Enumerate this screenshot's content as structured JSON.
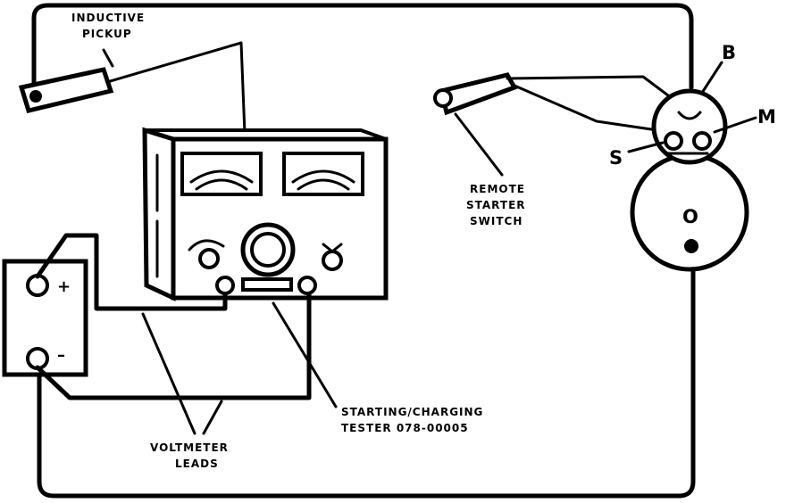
{
  "labels": {
    "inductive_pickup_line1": "INDUCTIVE",
    "inductive_pickup_line2": "PICKUP",
    "remote_starter_switch_line1": "REMOTE",
    "remote_starter_switch_line2": "STARTER",
    "remote_starter_switch_line3": "SWITCH",
    "starting_charging_tester_line1": "STARTING/CHARGING",
    "starting_charging_tester_line2": "TESTER 078-00005",
    "voltmeter_leads_line1": "VOLTMETER",
    "voltmeter_leads_line2": "LEADS"
  },
  "battery": {
    "positive_symbol": "+",
    "negative_symbol": "–"
  },
  "starter": {
    "terminal_b": "B",
    "terminal_m": "M",
    "terminal_s": "S",
    "motor_label": "O"
  }
}
